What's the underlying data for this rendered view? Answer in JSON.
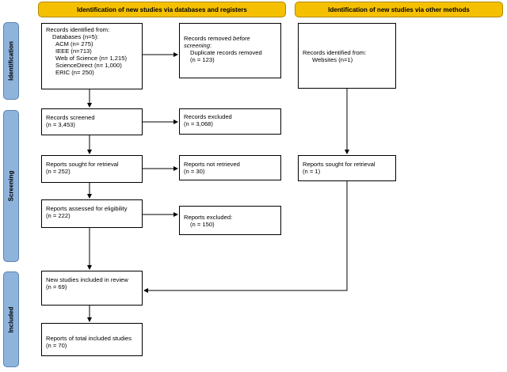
{
  "headers": {
    "databases": "Identification of new studies via databases and registers",
    "other": "Identification of new studies via other methods"
  },
  "stages": {
    "identification": "Identification",
    "screening": "Screening",
    "included": "Included"
  },
  "boxes": {
    "identified": {
      "title": "Records identified from:",
      "lines": [
        "Databases (n=5):",
        "ACM (n= 275)",
        "IEEE (n=713)",
        "Web of Science (n= 1,215)",
        "ScienceDirect (n= 1,000)",
        "ERIC (n= 250)"
      ]
    },
    "removed": {
      "line1_prefix": "Records removed ",
      "line1_em": "before",
      "line2_em": "screening",
      "line2_suffix": ":",
      "line3": "Duplicate records removed",
      "line4": "(n = 123)"
    },
    "other_identified": {
      "title": "Records identified from:",
      "line": "Websites (n=1)"
    },
    "screened": {
      "title": "Records screened",
      "n": "(n = 3,453)"
    },
    "excluded": {
      "title": "Records excluded",
      "n": "(n = 3,068)"
    },
    "sought": {
      "title": "Reports sought for retrieval",
      "n": "(n = 252)"
    },
    "not_retrieved": {
      "title": "Reports not retrieved",
      "n": "(n = 30)"
    },
    "other_sought": {
      "title": "Reports sought for retrieval",
      "n": "(n = 1)"
    },
    "assessed": {
      "title": "Reports assessed for eligibility",
      "n": "(n = 222)"
    },
    "excluded_reports": {
      "title": "Reports excluded:",
      "n": "(n = 150)"
    },
    "new_included": {
      "title": "New studies included in review",
      "n": "(n = 69)"
    },
    "total_included": {
      "title": "Reports of total included studies",
      "n": "(n = 70)"
    }
  }
}
